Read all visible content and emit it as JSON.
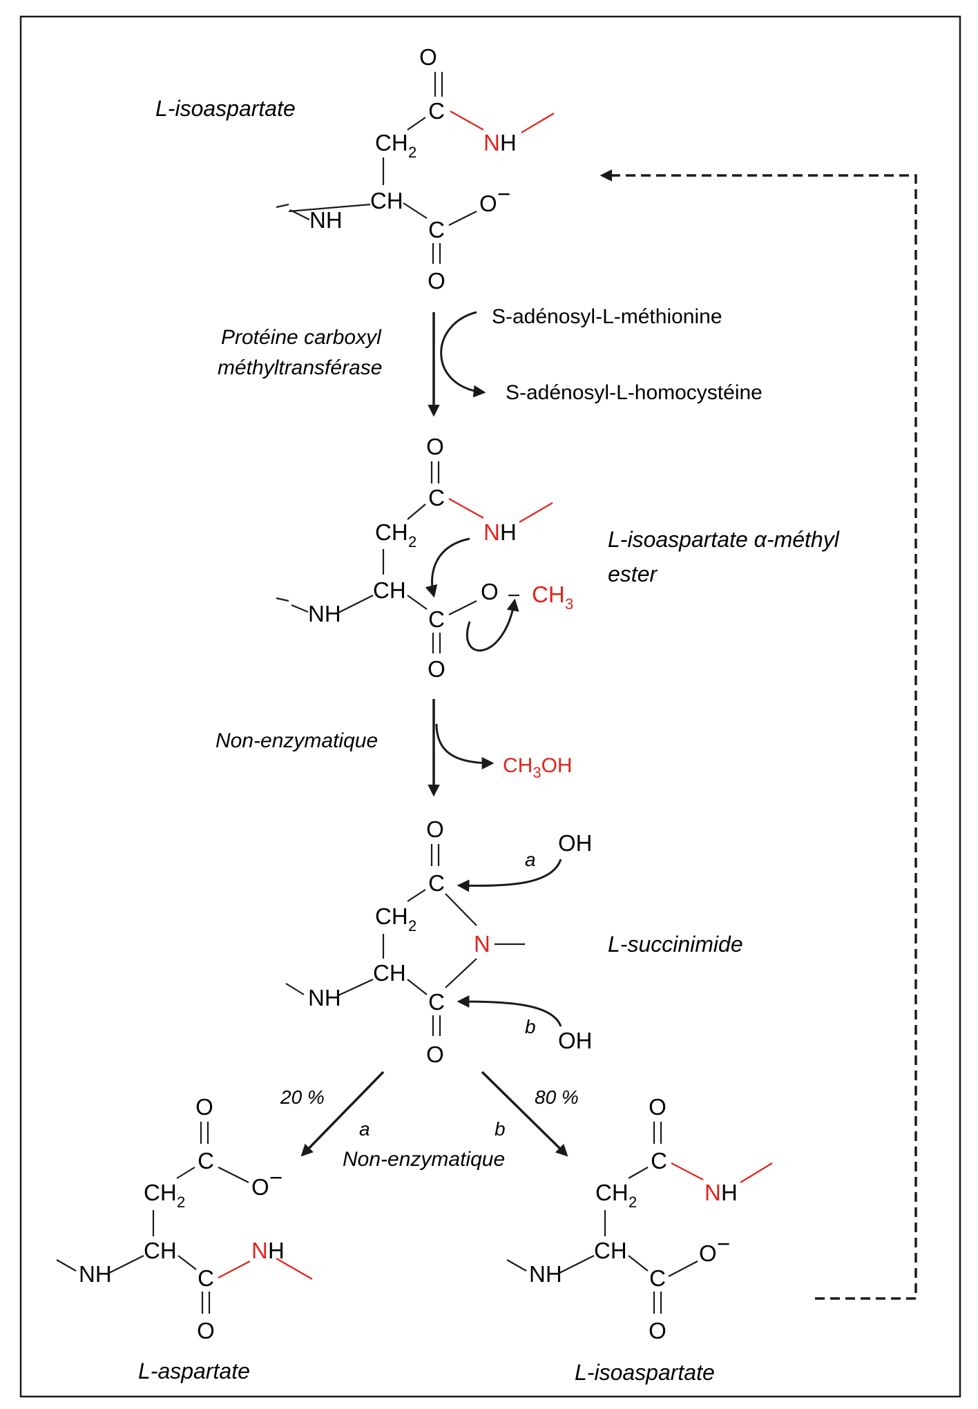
{
  "colors": {
    "black": "#1a1a1a",
    "red": "#e2231a"
  },
  "labels": {
    "top_compound": "L-isoaspartate",
    "methyl_ester": "L-isoaspartate α-méthyl",
    "methyl_ester_line2": "ester",
    "succinimide": "L-succinimide",
    "product_left": "L-aspartate",
    "product_right": "L-isoaspartate"
  },
  "reactions": {
    "enzyme_line1": "Protéine carboxyl",
    "enzyme_line2": "méthyltransférase",
    "cofactor_in": "S-adénosyl-L-méthionine",
    "cofactor_out": "S-adénosyl-L-homocystéine",
    "step2": "Non-enzymatique",
    "released": "CH3OH",
    "step3": "Non-enzymatique",
    "path_a_percent": "20 %",
    "path_b_percent": "80 %",
    "path_a": "a",
    "path_b": "b",
    "attack_a_reagent": "OH",
    "attack_b_reagent": "OH"
  }
}
